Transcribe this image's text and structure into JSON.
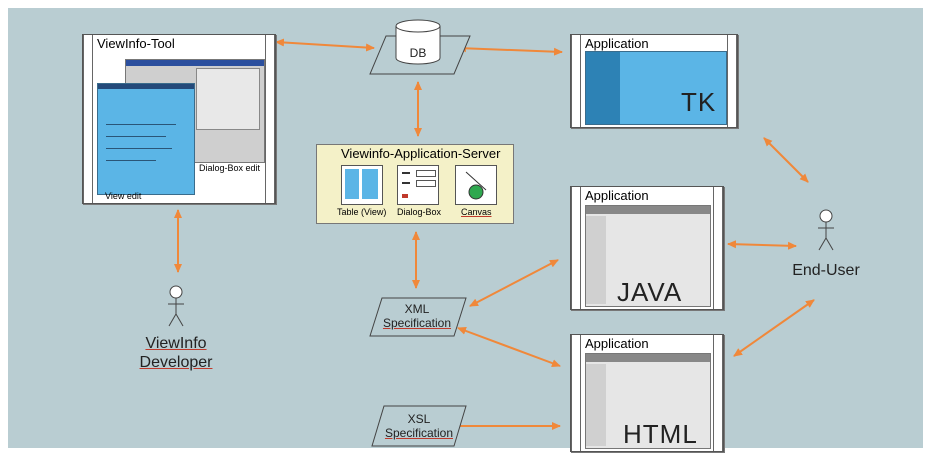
{
  "nodes": {
    "viewinfo_tool": {
      "title": "ViewInfo-Tool",
      "dialog_caption": "Dialog-Box edit",
      "view_caption": "View edit"
    },
    "db": {
      "label": "DB"
    },
    "app_tk": {
      "title": "Application",
      "tech": "TK"
    },
    "app_java": {
      "title": "Application",
      "tech": "JAVA"
    },
    "app_html": {
      "title": "Application",
      "tech": "HTML"
    },
    "server": {
      "title": "Viewinfo-Application-Server",
      "table_label": "Table (View)",
      "dialog_label": "Dialog-Box",
      "canvas_label": "Canvas"
    },
    "xml_spec": {
      "line1": "XML",
      "line2": "Specification"
    },
    "xsl_spec": {
      "line1": "XSL",
      "line2": "Specification"
    },
    "developer": {
      "line1": "ViewInfo",
      "line2": "Developer"
    },
    "end_user": {
      "label": "End-User"
    }
  },
  "colors": {
    "background": "#b9cdd2",
    "arrow": "#f0883a",
    "server_fill": "#f4f1c8",
    "screen_blue": "#5bb5e6"
  }
}
